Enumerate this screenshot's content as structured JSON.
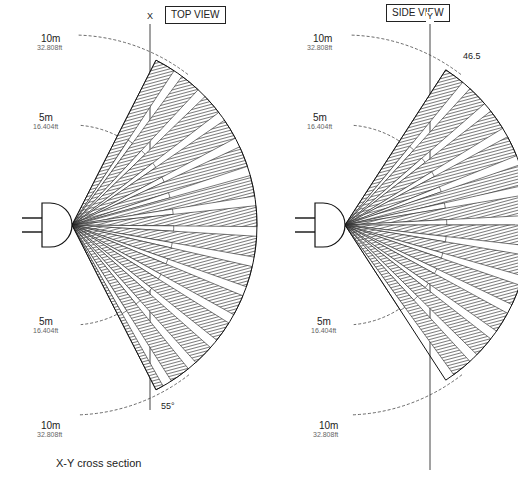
{
  "diagram": {
    "nodes": [
      {
        "text": [
          "TOP VIEW"
        ]
      },
      {
        "text": [
          "SIDE VIEW"
        ]
      }
    ],
    "labels": [
      "10m",
      "32.808ft",
      "X",
      "5m",
      "16.404ft",
      "5m",
      "16.404ft",
      "10m",
      "32.808ft",
      "55°",
      "X-Y cross section",
      "10m",
      "32.808ft",
      "Y",
      "46.5",
      "5m",
      "16.404ft",
      "5m",
      "16.404ft",
      "10m",
      "32.808ft"
    ]
  }
}
